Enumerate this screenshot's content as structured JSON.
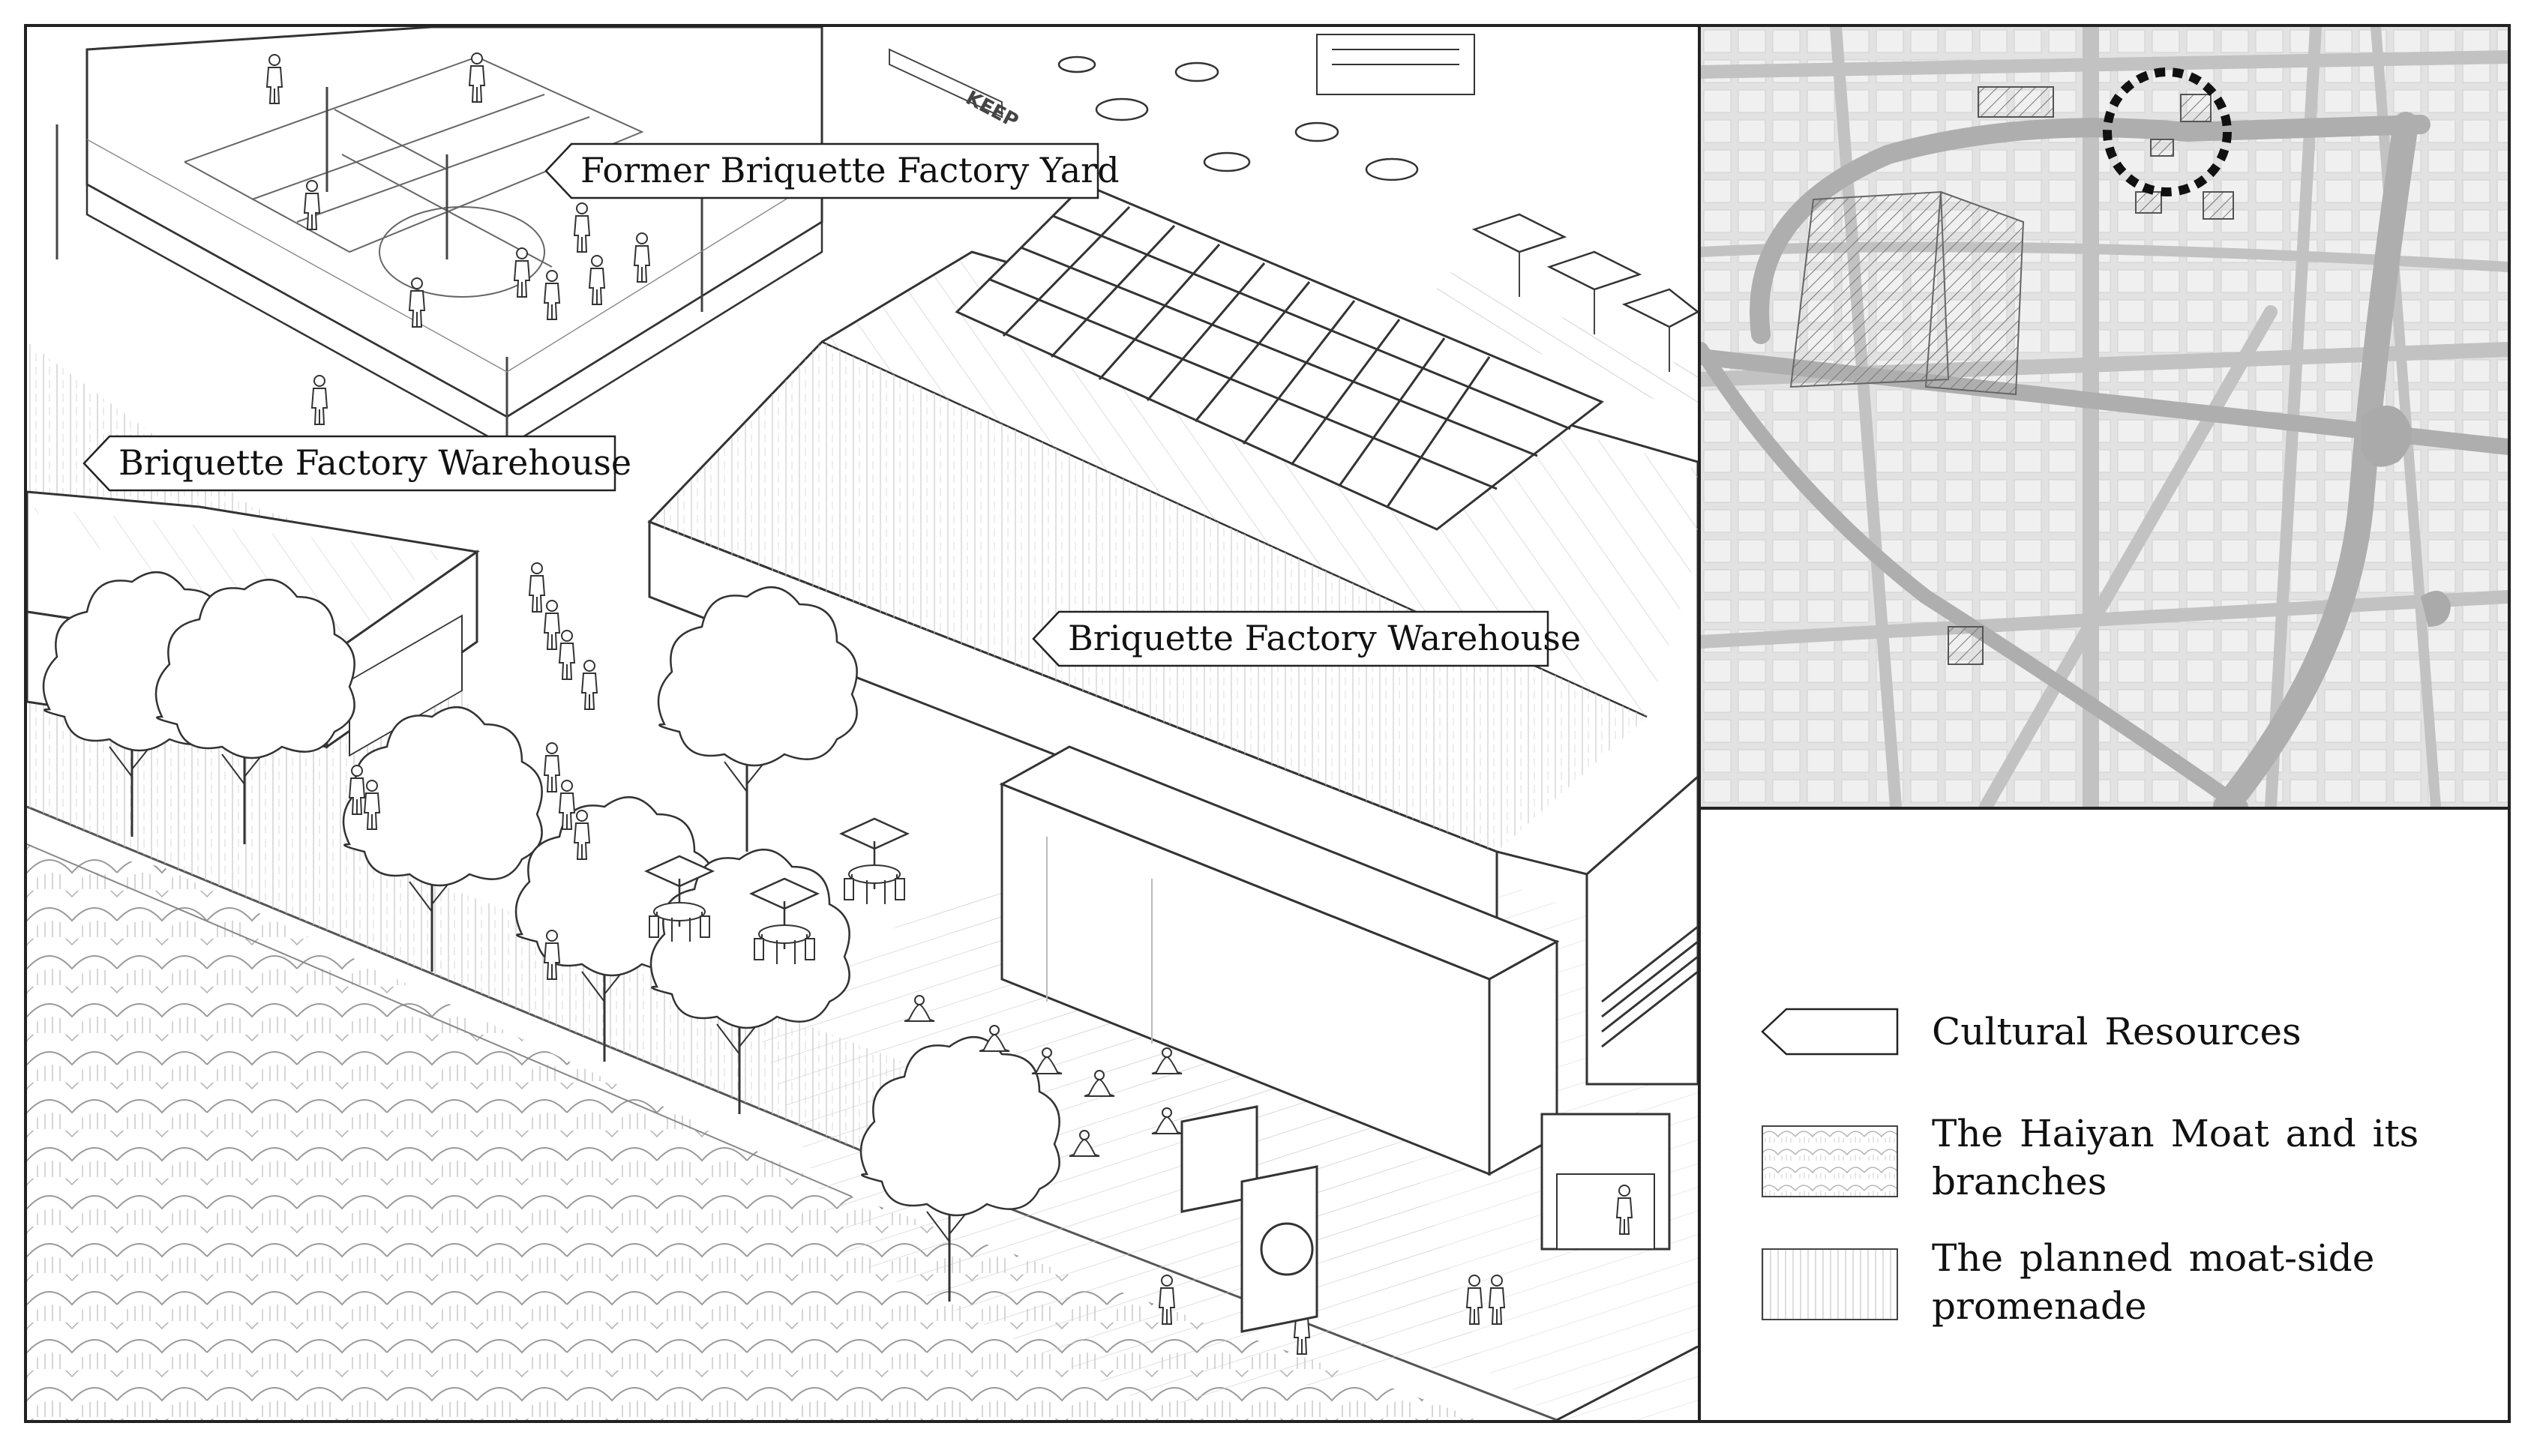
{
  "labels": {
    "yard": "Former Briquette Factory Yard",
    "warehouse_left": "Briquette Factory Warehouse",
    "warehouse_center": "Briquette Factory Warehouse",
    "street_sign": "KEEP"
  },
  "legend": {
    "items": [
      {
        "label": "Cultural Resources",
        "symbol": "arrow-tag"
      },
      {
        "label": "The Haiyan Moat and its branches",
        "symbol": "wave-hatch"
      },
      {
        "label": "The planned moat-side promenade",
        "symbol": "vertical-hatch"
      }
    ]
  },
  "colors": {
    "line": "#222222",
    "map_background": "#e4e4e4",
    "map_road": "#bdbdbd",
    "map_water": "#b3b3b3",
    "map_block": "#f2f2f2"
  }
}
